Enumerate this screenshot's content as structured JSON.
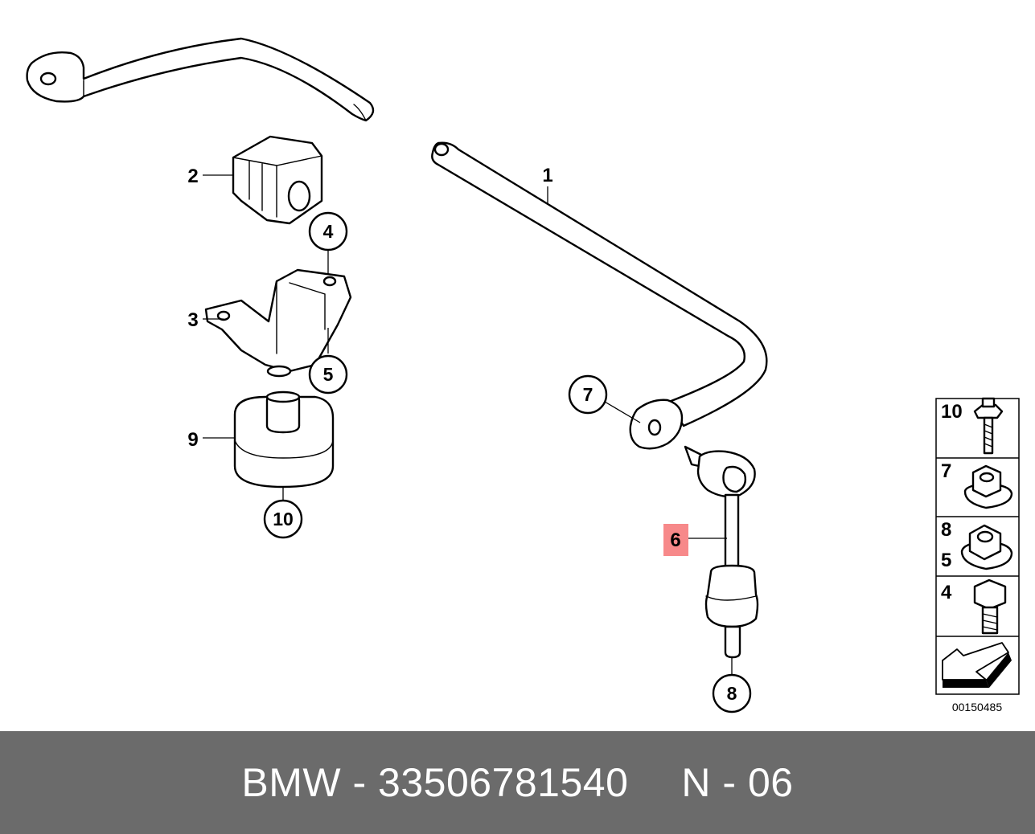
{
  "callouts": {
    "c1": "1",
    "c2": "2",
    "c3": "3",
    "c4": "4",
    "c5": "5",
    "c6": "6",
    "c7": "7",
    "c8": "8",
    "c9": "9",
    "c10": "10"
  },
  "highlight_color": "#f7898a",
  "legend": {
    "row1": "10",
    "row2": "7",
    "row3a": "8",
    "row3b": "5",
    "row4": "4"
  },
  "image_number": "00150485",
  "footer": {
    "part_text": "BMW - 33506781540",
    "position_text": "N - 06"
  },
  "footer_color": "#6b6b6b"
}
